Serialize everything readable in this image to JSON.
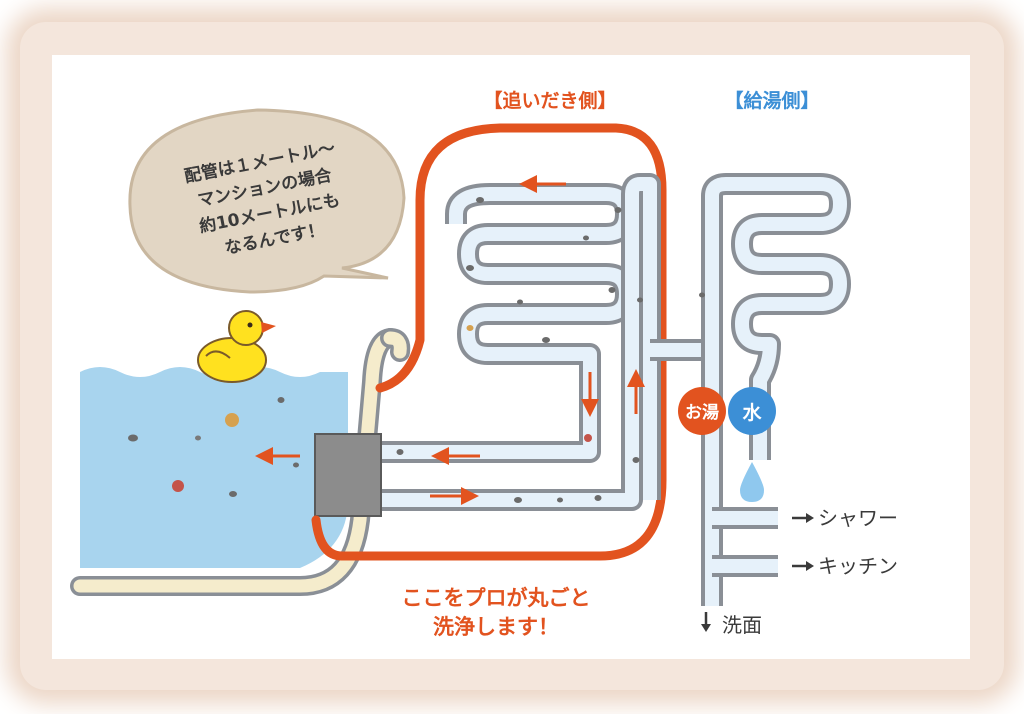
{
  "labels": {
    "oidaki_side": "【追いだき側】",
    "kyuto_side": "【給湯側】"
  },
  "bubble": {
    "lines": [
      "配管は１メートル〜",
      "マンションの場合",
      "約10メートルにも",
      "なるんです！"
    ]
  },
  "badges": {
    "hot": "お湯",
    "cold": "水"
  },
  "outlets": {
    "shower": "シャワー",
    "kitchen": "キッチン",
    "washbasin": "洗面"
  },
  "cleaning": {
    "lines": [
      "ここをプロが丸ごと",
      "洗浄します！"
    ]
  },
  "colors": {
    "orange": "#e2531f",
    "blue": "#3c8fd6",
    "pipe_fill": "#e6f1fa",
    "pipe_stroke": "#8a8f96",
    "water": "#a8d4ee",
    "tub_rim": "#f5eccc",
    "bubble_fill": "#e2d6c4",
    "duck": "#ffe11f"
  }
}
